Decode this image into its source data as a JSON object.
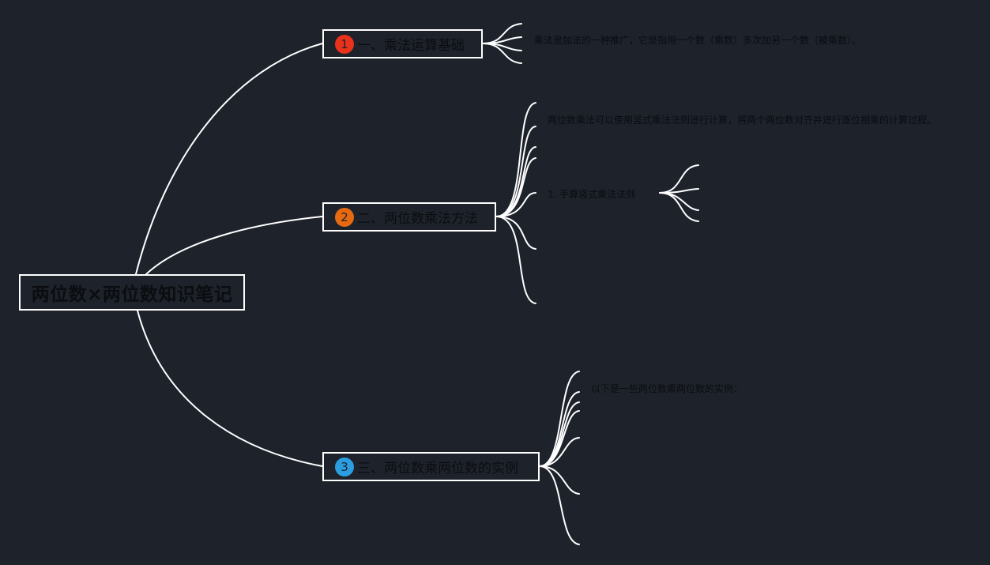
{
  "root": {
    "title": "两位数×两位数知识笔记"
  },
  "colors": {
    "background": "#1d222b",
    "line": "#ffffff",
    "text": "#0b0d10",
    "badge1": "#e8321c",
    "badge2": "#e86a10",
    "badge3": "#2a9ee0"
  },
  "branches": [
    {
      "badge": "1",
      "label": "一、乘法运算基础",
      "notes": [
        "乘法是加法的一种推广，它是指用一个数（乘数）多次加另一个数（被乘数）。"
      ]
    },
    {
      "badge": "2",
      "label": "二、两位数乘法方法",
      "notes": [
        "两位数乘法可以使用竖式乘法法则进行计算，将两个两位数对齐并进行逐位相乘的计算过程。",
        "1. 手算竖式乘法法则"
      ]
    },
    {
      "badge": "3",
      "label": "三、两位数乘两位数的实例",
      "notes": [
        "以下是一些两位数乘两位数的实例："
      ]
    }
  ]
}
